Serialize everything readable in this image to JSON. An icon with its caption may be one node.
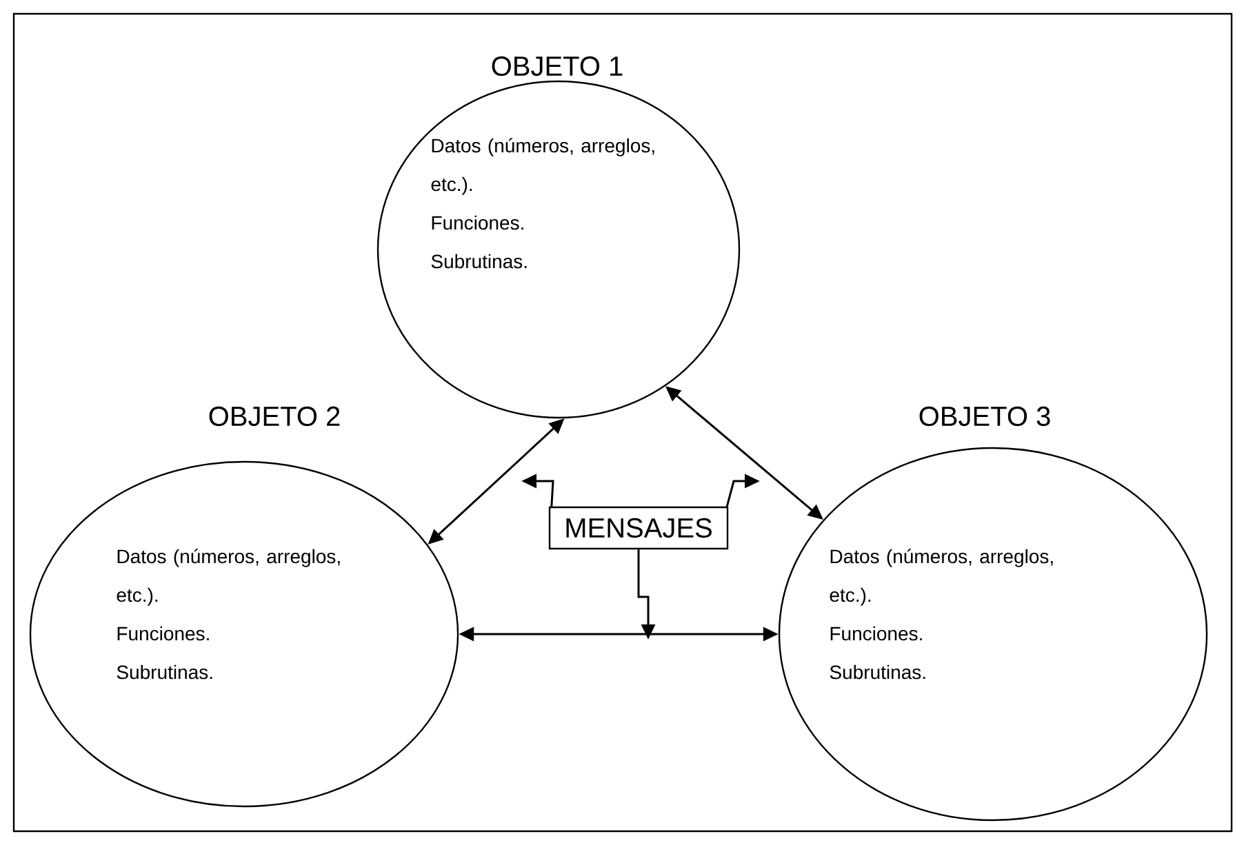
{
  "diagram": {
    "nodes": [
      {
        "text": [
          "OBJETO 1",
          "Datos (números, arreglos, etc.).",
          "Funciones.",
          "Subrutinas."
        ]
      },
      {
        "text": [
          "OBJETO 2",
          "Datos (números, arreglos, etc.).",
          "Funciones.",
          "Subrutinas."
        ]
      },
      {
        "text": [
          "OBJETO 3",
          "Datos (números, arreglos, etc.).",
          "Funciones.",
          "Subrutinas."
        ]
      },
      {
        "text": [
          "MENSAJES"
        ]
      }
    ],
    "edges": [
      {
        "from": 0,
        "to": 1,
        "arrow": "both"
      },
      {
        "from": 0,
        "to": 2,
        "arrow": "both"
      },
      {
        "from": 1,
        "to": 2,
        "arrow": "both"
      },
      {
        "from": 3,
        "to": null,
        "arrow": "to"
      },
      {
        "from": 3,
        "to": null,
        "arrow": "to"
      },
      {
        "from": 3,
        "to": null,
        "arrow": "to"
      }
    ]
  }
}
